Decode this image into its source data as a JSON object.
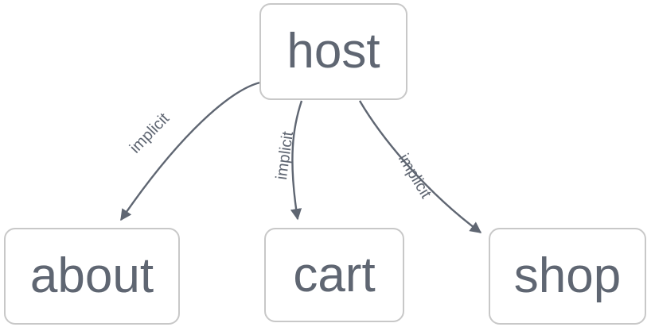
{
  "diagram": {
    "type": "directed-graph",
    "title": "",
    "background_color": "#ffffff",
    "node_fill_color": "#ffffff",
    "node_border_color": "#c8c8c8",
    "text_color": "#5f6672",
    "edge_color": "#5f6672",
    "nodes": [
      {
        "id": "host",
        "label": "host"
      },
      {
        "id": "about",
        "label": "about"
      },
      {
        "id": "cart",
        "label": "cart"
      },
      {
        "id": "shop",
        "label": "shop"
      }
    ],
    "edges": [
      {
        "from": "host",
        "to": "about",
        "label": "implicit"
      },
      {
        "from": "host",
        "to": "cart",
        "label": "implicit"
      },
      {
        "from": "host",
        "to": "shop",
        "label": "implicit"
      }
    ]
  }
}
